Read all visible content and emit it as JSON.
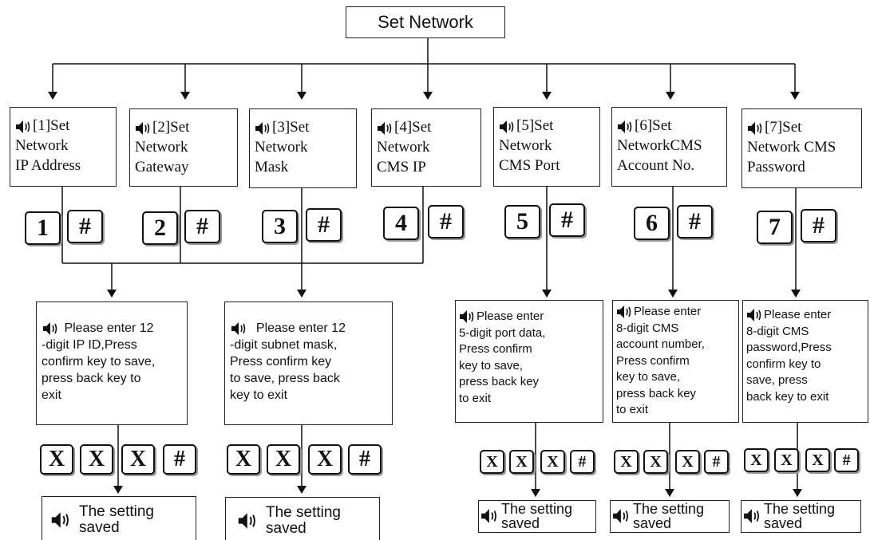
{
  "title": "Set Network",
  "steps": [
    {
      "menu": [
        "[1]Set",
        "Network",
        "IP Address"
      ],
      "keys": [
        "1",
        "#"
      ],
      "prompt": [
        "Please enter 12",
        "-digit IP ID,Press",
        "confirm key to save,",
        "press back key to",
        "exit"
      ],
      "entry_keys": [
        "X",
        "X",
        "X",
        "#"
      ],
      "saved": [
        "The setting",
        "saved"
      ]
    },
    {
      "menu": [
        "[2]Set",
        "Network",
        "Gateway"
      ],
      "keys": [
        "2",
        "#"
      ]
    },
    {
      "menu": [
        "[3]Set",
        "Network",
        "Mask"
      ],
      "keys": [
        "3",
        "#"
      ],
      "prompt": [
        "Please enter 12",
        "-digit subnet mask,",
        "Press confirm key",
        "to save, press back",
        "key to exit"
      ],
      "entry_keys": [
        "X",
        "X",
        "X",
        "#"
      ],
      "saved": [
        "The setting",
        "saved"
      ]
    },
    {
      "menu": [
        "[4]Set",
        "Network",
        "CMS IP"
      ],
      "keys": [
        "4",
        "#"
      ]
    },
    {
      "menu": [
        "[5]Set",
        "Network",
        "CMS Port"
      ],
      "keys": [
        "5",
        "#"
      ],
      "prompt": [
        "Please enter",
        "5-digit port data,",
        "Press confirm",
        "key to save,",
        "press back key",
        "to exit"
      ],
      "entry_keys": [
        "X",
        "X",
        "X",
        "#"
      ],
      "saved": [
        "The setting",
        "saved"
      ]
    },
    {
      "menu": [
        "[6]Set",
        "NetworkCMS",
        "Account No."
      ],
      "keys": [
        "6",
        "#"
      ],
      "prompt": [
        "Please enter",
        "8-digit CMS",
        "account number,",
        "Press confirm",
        "key to save,",
        "press back key",
        "to exit"
      ],
      "entry_keys": [
        "X",
        "X",
        "X",
        "#"
      ],
      "saved": [
        "The setting",
        "saved"
      ]
    },
    {
      "menu": [
        "[7]Set",
        "Network CMS",
        "Password"
      ],
      "keys": [
        "7",
        "#"
      ],
      "prompt": [
        "Please enter",
        "8-digit CMS",
        "password,Press",
        "confirm key to",
        "save, press",
        "back key to exit"
      ],
      "entry_keys": [
        "X",
        "X",
        "X",
        "#"
      ],
      "saved": [
        "The setting",
        "saved"
      ]
    }
  ],
  "icons": {
    "speaker": "speaker-icon"
  },
  "colors": {
    "line": "#111111",
    "border": "#222222",
    "background": "#ffffff"
  }
}
